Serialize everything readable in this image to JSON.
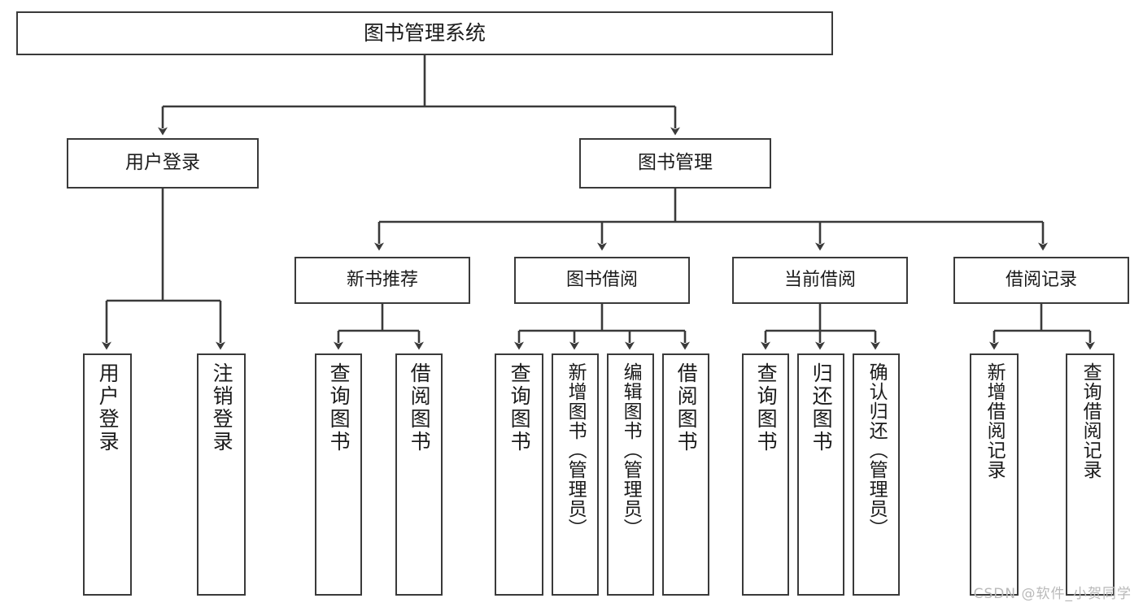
{
  "diagram": {
    "title": "图书管理系统",
    "type": "tree-hierarchy",
    "watermark": "CSDN @软件_小贺同学",
    "colors": {
      "stroke": "#3a3a3a",
      "fill": "#ffffff",
      "text": "#1b1b1b",
      "watermark": "#b9b9b9"
    },
    "nodes": {
      "root": {
        "label": "图书管理系统"
      },
      "level2": [
        {
          "id": "user-login",
          "label": "用户登录"
        },
        {
          "id": "book-manage",
          "label": "图书管理"
        }
      ],
      "level3": [
        {
          "id": "new-book-rec",
          "label": "新书推荐"
        },
        {
          "id": "book-borrow",
          "label": "图书借阅"
        },
        {
          "id": "current-borrow",
          "label": "当前借阅"
        },
        {
          "id": "borrow-record",
          "label": "借阅记录"
        }
      ],
      "leaves": {
        "user-login": [
          {
            "id": "leaf-user-login",
            "label": "用户登录"
          },
          {
            "id": "leaf-logout",
            "label": "注销登录"
          }
        ],
        "new-book-rec": [
          {
            "id": "leaf-query-book-1",
            "label": "查询图书"
          },
          {
            "id": "leaf-borrow-book-1",
            "label": "借阅图书"
          }
        ],
        "book-borrow": [
          {
            "id": "leaf-query-book-2",
            "label": "查询图书"
          },
          {
            "id": "leaf-add-book",
            "label": "新增图书（管理员）"
          },
          {
            "id": "leaf-edit-book",
            "label": "编辑图书（管理员）"
          },
          {
            "id": "leaf-borrow-book-2",
            "label": "借阅图书"
          }
        ],
        "current-borrow": [
          {
            "id": "leaf-query-book-3",
            "label": "查询图书"
          },
          {
            "id": "leaf-return-book",
            "label": "归还图书"
          },
          {
            "id": "leaf-confirm-return",
            "label": "确认归还（管理员）"
          }
        ],
        "borrow-record": [
          {
            "id": "leaf-add-record",
            "label": "新增借阅记录"
          },
          {
            "id": "leaf-query-record",
            "label": "查询借阅记录"
          }
        ]
      }
    },
    "edges": [
      {
        "from": "图书管理系统",
        "to": "用户登录"
      },
      {
        "from": "图书管理系统",
        "to": "图书管理"
      },
      {
        "from": "图书管理",
        "to": "新书推荐"
      },
      {
        "from": "图书管理",
        "to": "图书借阅"
      },
      {
        "from": "图书管理",
        "to": "当前借阅"
      },
      {
        "from": "图书管理",
        "to": "借阅记录"
      },
      {
        "from": "用户登录",
        "to": "用户登录"
      },
      {
        "from": "用户登录",
        "to": "注销登录"
      },
      {
        "from": "新书推荐",
        "to": "查询图书"
      },
      {
        "from": "新书推荐",
        "to": "借阅图书"
      },
      {
        "from": "图书借阅",
        "to": "查询图书"
      },
      {
        "from": "图书借阅",
        "to": "新增图书（管理员）"
      },
      {
        "from": "图书借阅",
        "to": "编辑图书（管理员）"
      },
      {
        "from": "图书借阅",
        "to": "借阅图书"
      },
      {
        "from": "当前借阅",
        "to": "查询图书"
      },
      {
        "from": "当前借阅",
        "to": "归还图书"
      },
      {
        "from": "当前借阅",
        "to": "确认归还（管理员）"
      },
      {
        "from": "借阅记录",
        "to": "新增借阅记录"
      },
      {
        "from": "借阅记录",
        "to": "查询借阅记录"
      }
    ]
  }
}
